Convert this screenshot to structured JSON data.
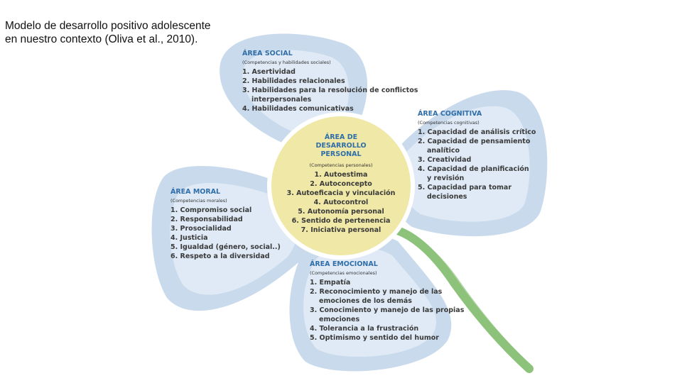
{
  "title": {
    "line1": "Modelo de desarrollo positivo adolescente",
    "line2": "en nuestro contexto (Oliva et al., 2010)."
  },
  "colors": {
    "petal_fill": "#c8daec",
    "petal_inner": "#dfeaf6",
    "center_fill": "#efe8a6",
    "center_ring": "#ffffff",
    "stem": "#8cc27a",
    "heading": "#2f6ea8"
  },
  "areas": {
    "social": {
      "heading": "ÁREA SOCIAL",
      "subtitle": "(Competencias y habilidades sociales)",
      "items": [
        "1. Asertividad",
        "2. Habilidades relacionales",
        "3. Habilidades para la resolución de conflictos",
        "interpersonales",
        "4. Habilidades comunicativas"
      ]
    },
    "cognitiva": {
      "heading": "ÁREA COGNITIVA",
      "subtitle": "(Competencias cognitivas)",
      "items": [
        "1. Capacidad de análisis crítico",
        "2. Capacidad de pensamiento",
        "analítico",
        "3. Creatividad",
        "4. Capacidad de planificación",
        "y revisión",
        "5. Capacidad para tomar",
        "decisiones"
      ]
    },
    "moral": {
      "heading": "ÁREA MORAL",
      "subtitle": "(Competencias morales)",
      "items": [
        "1. Compromiso social",
        "2. Responsabilidad",
        "3. Prosocialidad",
        "4. Justicia",
        "5. Igualdad (género, social..)",
        "6. Respeto a la diversidad"
      ]
    },
    "emocional": {
      "heading": "ÁREA EMOCIONAL",
      "subtitle": "(Competencias emocionales)",
      "items": [
        "1. Empatía",
        "2. Reconocimiento y manejo de las",
        "emociones de los demás",
        "3. Conocimiento y manejo de las propias",
        "emociones",
        "4. Tolerancia a la frustración",
        "5. Optimismo y sentido del humor"
      ]
    },
    "personal": {
      "heading_lines": [
        "ÁREA DE",
        "DESARROLLO",
        "PERSONAL"
      ],
      "subtitle": "(Competencias personales)",
      "items": [
        "1. Autoestima",
        "2. Autoconcepto",
        "3. Autoeficacia y vinculación",
        "4. Autocontrol",
        "5. Autonomía personal",
        "6. Sentido de pertenencia",
        "7. Iniciativa personal"
      ]
    }
  }
}
